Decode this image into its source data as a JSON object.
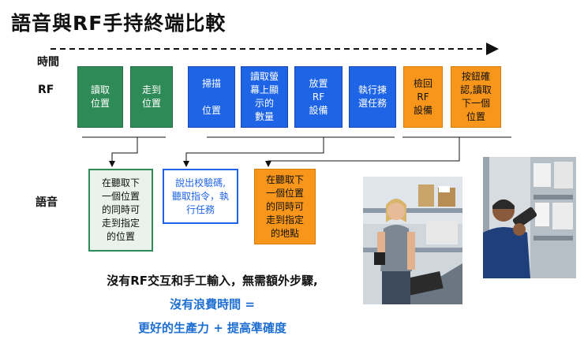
{
  "title": "語音與RF手持終端比較",
  "labels": {
    "time": "時間",
    "rf": "RF",
    "voice": "語音"
  },
  "rf_steps": [
    {
      "text": "讀取\n位置",
      "color": "green"
    },
    {
      "text": "走到\n位置",
      "color": "green"
    },
    {
      "text": "掃描\n\n位置",
      "color": "blue"
    },
    {
      "text": "讀取螢\n幕上顯\n示的\n數量",
      "color": "blue"
    },
    {
      "text": "放置\nRF\n設備",
      "color": "blue"
    },
    {
      "text": "執行揀\n選任務",
      "color": "blue"
    },
    {
      "text": "檢回\nRF\n設備",
      "color": "orange"
    },
    {
      "text": "按鈕確\n認,讀取\n下一個\n位置",
      "color": "orange"
    }
  ],
  "voice_steps": [
    {
      "text": "在聽取下\n一個位置\n的同時可\n走到指定\n的位置",
      "color": "green"
    },
    {
      "text": "說出校驗碼,\n聽取指令，執\n行任務",
      "color": "blue"
    },
    {
      "text": "在聽取下\n一個位置\n的同時可\n走到指定\n的地點",
      "color": "orange"
    }
  ],
  "taglines": {
    "line1": "沒有RF交互和手工輸入，無需額外步驟,",
    "line2": "沒有浪費時間 =",
    "line3": "更好的生產力 + 提高準確度"
  },
  "colors": {
    "green": "#2e8b57",
    "blue": "#1e64e6",
    "orange": "#f7961a",
    "accent_text": "#1e6fd1"
  }
}
